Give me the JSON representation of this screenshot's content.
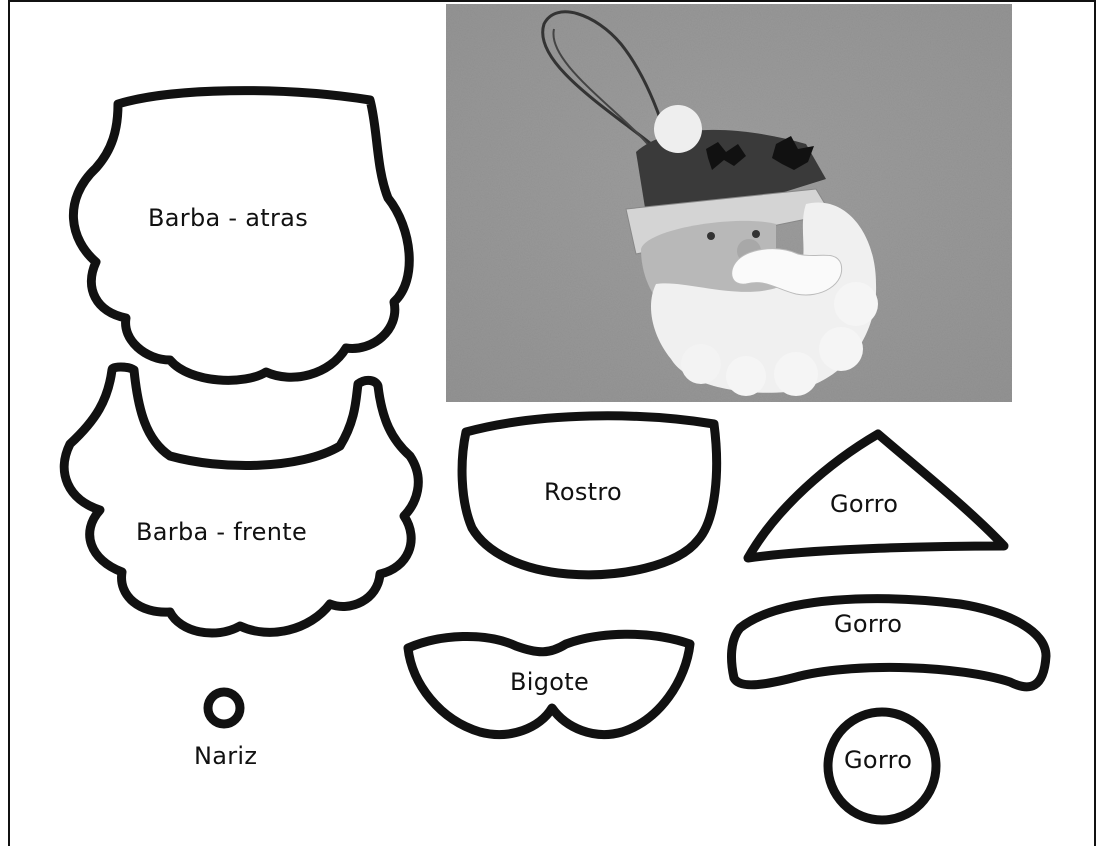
{
  "labels": {
    "barba_atras": "Barba - atras",
    "barba_frente": "Barba - frente",
    "nariz": "Nariz",
    "rostro": "Rostro",
    "bigote": "Bigote",
    "gorro_triangulo": "Gorro",
    "gorro_banda": "Gorro",
    "gorro_pompon": "Gorro"
  },
  "photo": {
    "subject": "santa-felt-ornament",
    "style": "grayscale"
  },
  "colors": {
    "outline": "#111111",
    "background": "#ffffff"
  }
}
